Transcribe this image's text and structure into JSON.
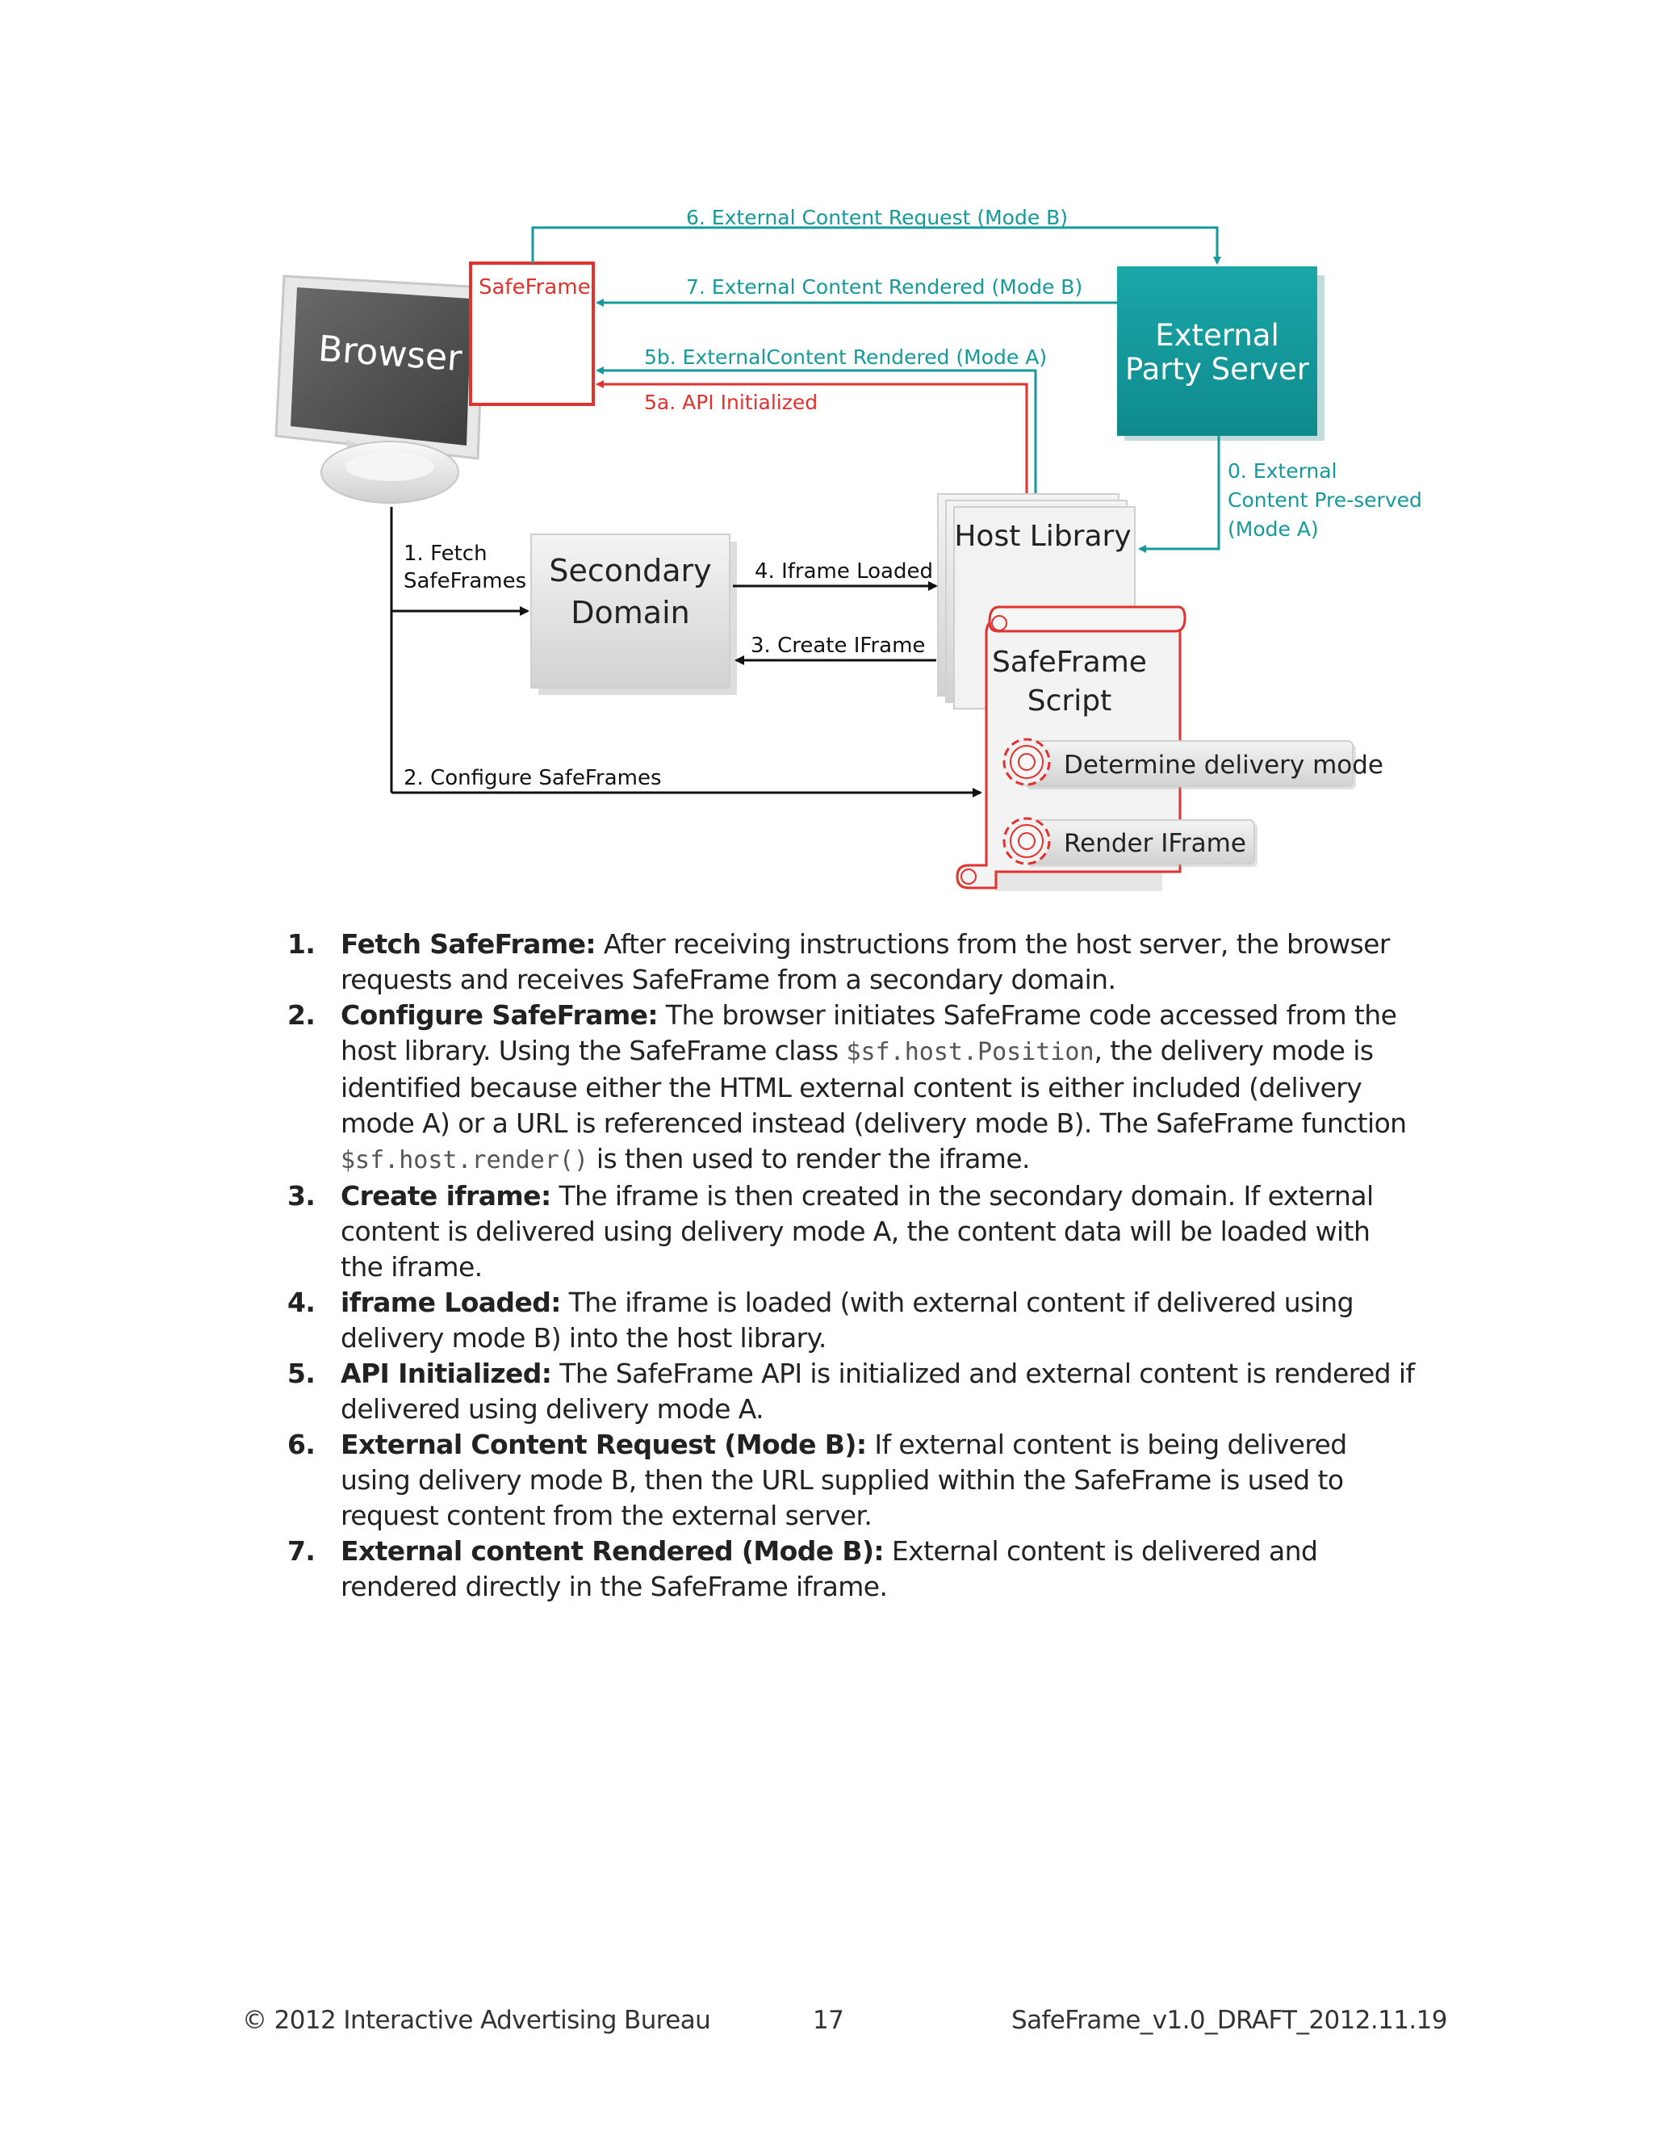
{
  "diagram": {
    "browser_label": "Browser",
    "safeframe_label": "SafeFrame",
    "external_server_label": [
      "External",
      "Party Server"
    ],
    "secondary_domain_label": [
      "Secondary",
      "Domain"
    ],
    "host_library_label": "Host Library",
    "safeframe_script_label": [
      "SafeFrame",
      "Script"
    ],
    "determine_delivery_mode": "Determine delivery mode",
    "render_iframe": "Render IFrame",
    "arrow_6": "6. External Content Request (Mode B)",
    "arrow_7": "7. External Content Rendered (Mode B)",
    "arrow_5b": "5b. ExternalContent Rendered (Mode A)",
    "arrow_5a": "5a. API Initialized",
    "arrow_0": [
      "0. External",
      "Content Pre-served",
      "(Mode A)"
    ],
    "arrow_1": [
      "1. Fetch",
      "SafeFrames"
    ],
    "arrow_2": "2. Configure SafeFrames",
    "arrow_3": "3. Create IFrame",
    "arrow_4": "4. Iframe Loaded",
    "colors": {
      "teal": "#159a9c",
      "red": "#e0322e",
      "black": "#111111"
    }
  },
  "steps": [
    {
      "num": "1.",
      "term": "Fetch SafeFrame:",
      "text": " After receiving instructions from the host server, the browser requests and receives SafeFrame from a secondary domain."
    },
    {
      "num": "2.",
      "term": "Configure SafeFrame:",
      "text_a": " The browser initiates SafeFrame code accessed from the host library. Using the SafeFrame class ",
      "code_a": "$sf.host.Position",
      "text_b": ", the delivery mode is identified because either the HTML external content is either included (delivery mode A) or a URL is referenced instead (delivery mode B). The SafeFrame function ",
      "code_b": "$sf.host.render()",
      "text_c": " is then used to render the iframe."
    },
    {
      "num": "3.",
      "term": "Create iframe:",
      "text": " The iframe is then created in the secondary domain. If external content is delivered using delivery mode A, the content data will be loaded with the iframe."
    },
    {
      "num": "4.",
      "term": "iframe Loaded:",
      "text": " The iframe is loaded (with external content if delivered using delivery mode B) into the host library."
    },
    {
      "num": "5.",
      "term": "API Initialized:",
      "text": " The SafeFrame API is initialized and external content is rendered if delivered using delivery mode A."
    },
    {
      "num": "6.",
      "term": "External Content Request (Mode B):",
      "text": " If external content is being delivered using delivery mode B, then the URL supplied within the SafeFrame is used to request content from the external server."
    },
    {
      "num": "7.",
      "term": "External content Rendered (Mode B):",
      "text": " External content is delivered and rendered directly in the SafeFrame iframe."
    }
  ],
  "footer": {
    "copyright": "© 2012 Interactive Advertising Bureau",
    "page_number": "17",
    "doc_id": "SafeFrame_v1.0_DRAFT_2012.11.19"
  }
}
